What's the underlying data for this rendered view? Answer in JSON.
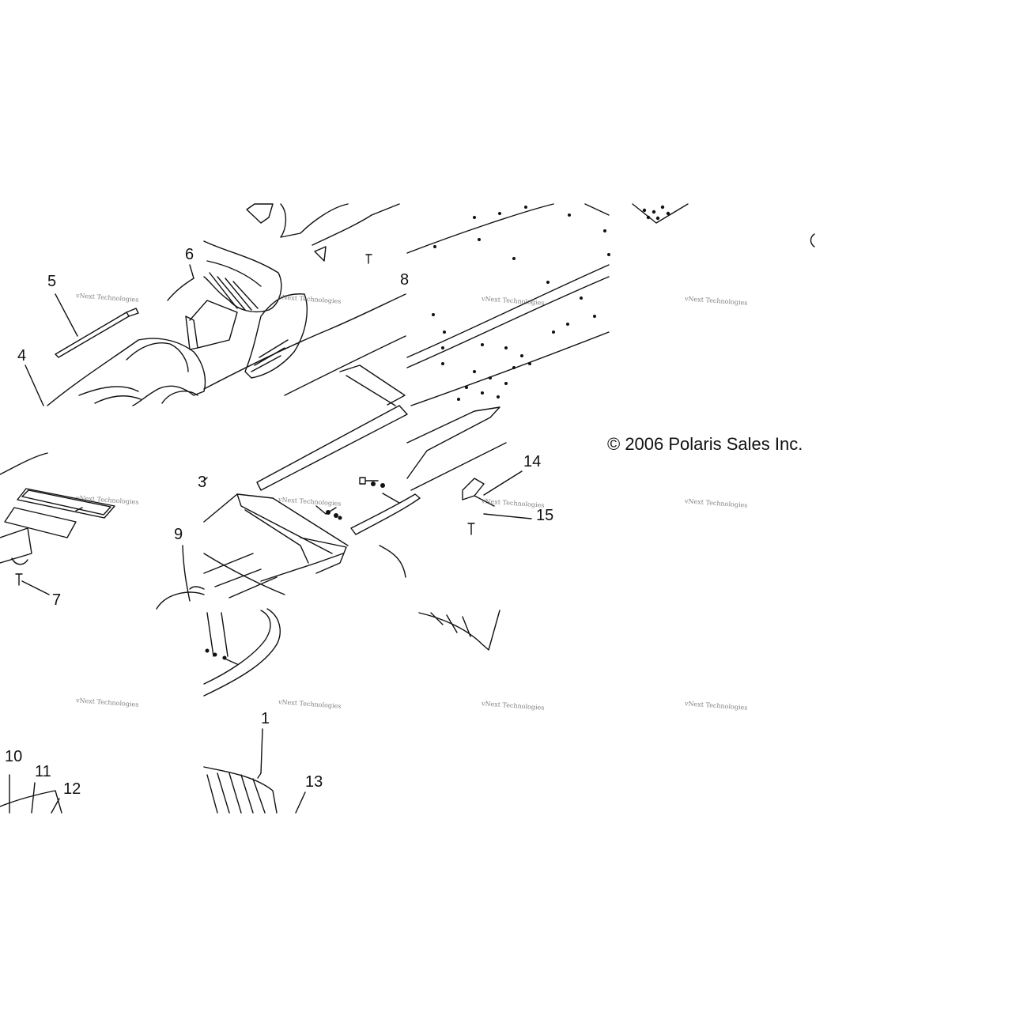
{
  "diagram": {
    "callouts": [
      "1",
      "3",
      "4",
      "5",
      "6",
      "7",
      "8",
      "9",
      "10",
      "11",
      "12",
      "13",
      "14",
      "15"
    ],
    "copyright": "© 2006 Polaris Sales Inc.",
    "watermark": "vNext Technologies"
  }
}
